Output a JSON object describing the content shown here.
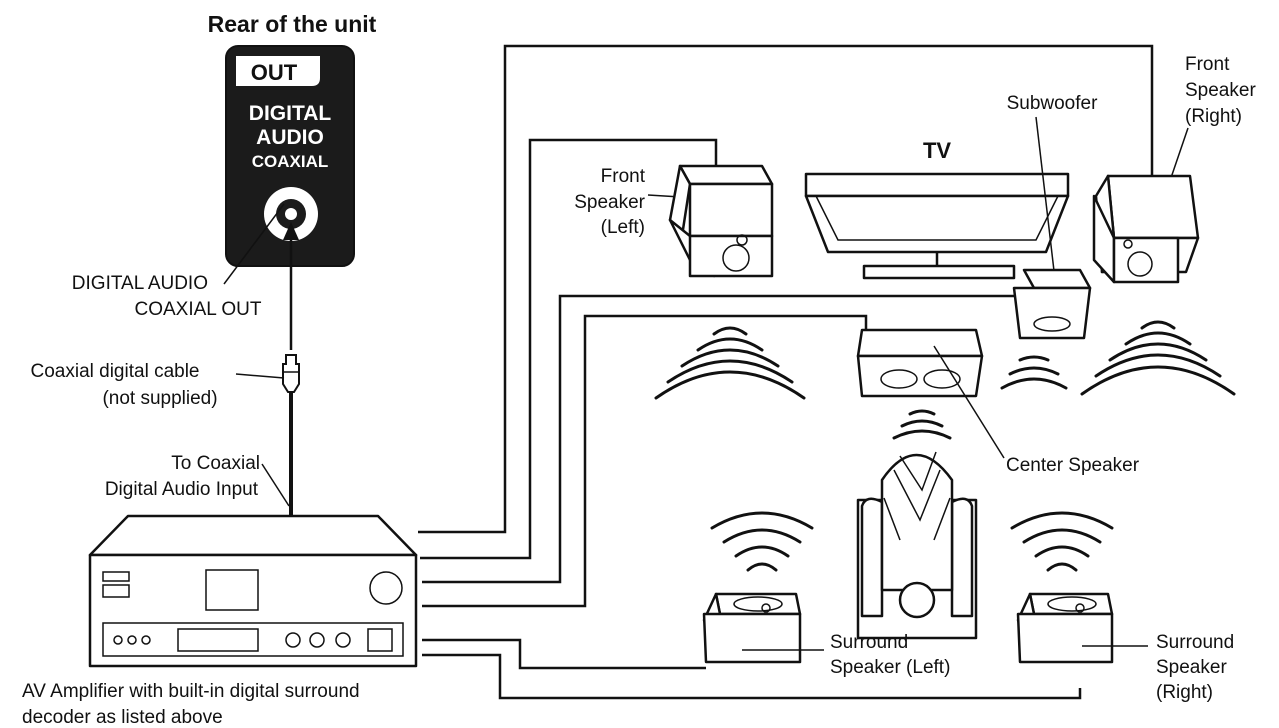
{
  "heading": "Rear of the unit",
  "panel": {
    "tab": "OUT",
    "line1": "DIGITAL",
    "line2": "AUDIO",
    "line3": "COAXIAL"
  },
  "labels": {
    "jack_line1": "DIGITAL AUDIO",
    "jack_line2": "COAXIAL OUT",
    "cable_line1": "Coaxial digital cable",
    "cable_line2": "(not supplied)",
    "input_line1": "To Coaxial",
    "input_line2": "Digital Audio Input",
    "amp_line1": "AV Amplifier with built-in digital surround",
    "amp_line2": "decoder as listed above",
    "tv": "TV",
    "subwoofer": "Subwoofer",
    "front_right_1": "Front",
    "front_right_2": "Speaker",
    "front_right_3": "(Right)",
    "front_left_1": "Front",
    "front_left_2": "Speaker",
    "front_left_3": "(Left)",
    "center": "Center Speaker",
    "surround_left_1": "Surround",
    "surround_left_2": "Speaker (Left)",
    "surround_right_1": "Surround",
    "surround_right_2": "Speaker",
    "surround_right_3": "(Right)"
  }
}
